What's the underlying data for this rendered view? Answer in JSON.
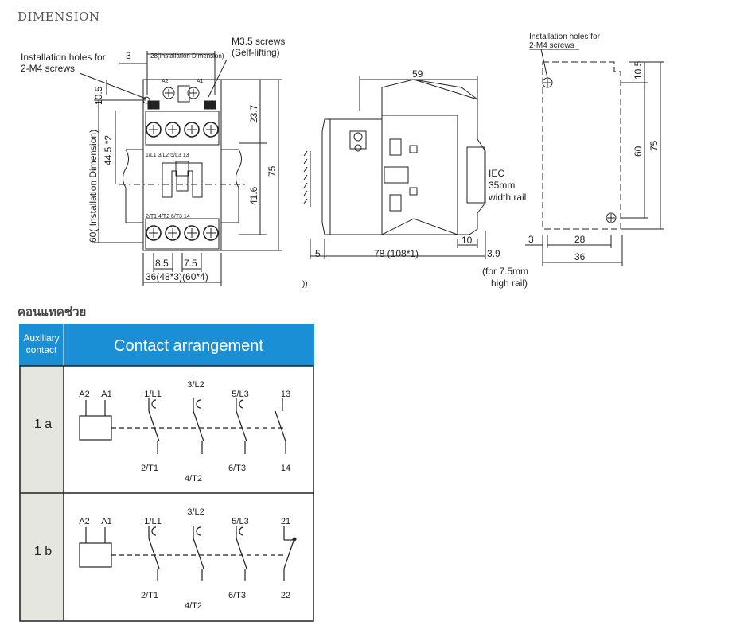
{
  "headings": {
    "dimension": "DIMENSION",
    "auxiliary_contacts_th": "คอนแทคช่วย"
  },
  "front_view": {
    "dim_3": "3",
    "dim_28_install": "28(Installation Dimension)",
    "screws_note_line1": "M3.5 screws",
    "screws_note_line2": "(Self-lifting)",
    "holes_note_line1": "Installation holes for",
    "holes_note_line2": "2-M4 screws",
    "dim_10_5": "10.5",
    "dim_44_5": "44.5 *2",
    "dim_60_install": "60( Installation Dimension)",
    "dim_23_7": "23.7",
    "dim_41_6": "41.6",
    "dim_75": "75",
    "dim_8_5": "8.5",
    "dim_7_5": "7.5",
    "dim_36": "36(48*3)(60*4)",
    "terminal_a2": "A2",
    "terminal_a1": "A1",
    "top_terminals": "1/L1  3/L2  5/L3  13",
    "bottom_terminals": "2/T1  4/T2  6/T3  14"
  },
  "side_view": {
    "dim_59": "59",
    "dim_5": "5",
    "dim_78": "78 (108*1)",
    "dim_10": "10",
    "dim_3_9": "3.9",
    "rail_line1": "IEC",
    "rail_line2": "35mm",
    "rail_line3": "width rail",
    "note_line1": "(for 7.5mm",
    "note_line2": "high rail)",
    "partial": "))"
  },
  "mount_view": {
    "holes_line1": "Installation holes for",
    "holes_line2": "2-M4 screws",
    "dim_10_5": "10.5",
    "dim_60": "60",
    "dim_75": "75",
    "dim_3": "3",
    "dim_28": "28",
    "dim_36": "36"
  },
  "contact_table": {
    "header_col1_line1": "Auxiliary",
    "header_col1_line2": "contact",
    "header_col2": "Contact arrangement",
    "header_color": "#1a8fd6",
    "label_col_color": "#e6e6e1",
    "rows": [
      {
        "label": "1 a",
        "coil_a2": "A2",
        "coil_a1": "A1",
        "p1_top": "1/L1",
        "p2_top": "3/L2",
        "p3_top": "5/L3",
        "aux_top": "13",
        "p1_bot": "2/T1",
        "p2_bot": "4/T2",
        "p3_bot": "6/T3",
        "aux_bot": "14"
      },
      {
        "label": "1 b",
        "coil_a2": "A2",
        "coil_a1": "A1",
        "p1_top": "1/L1",
        "p2_top": "3/L2",
        "p3_top": "5/L3",
        "aux_top": "21",
        "p1_bot": "2/T1",
        "p2_bot": "4/T2",
        "p3_bot": "6/T3",
        "aux_bot": "22"
      }
    ]
  }
}
